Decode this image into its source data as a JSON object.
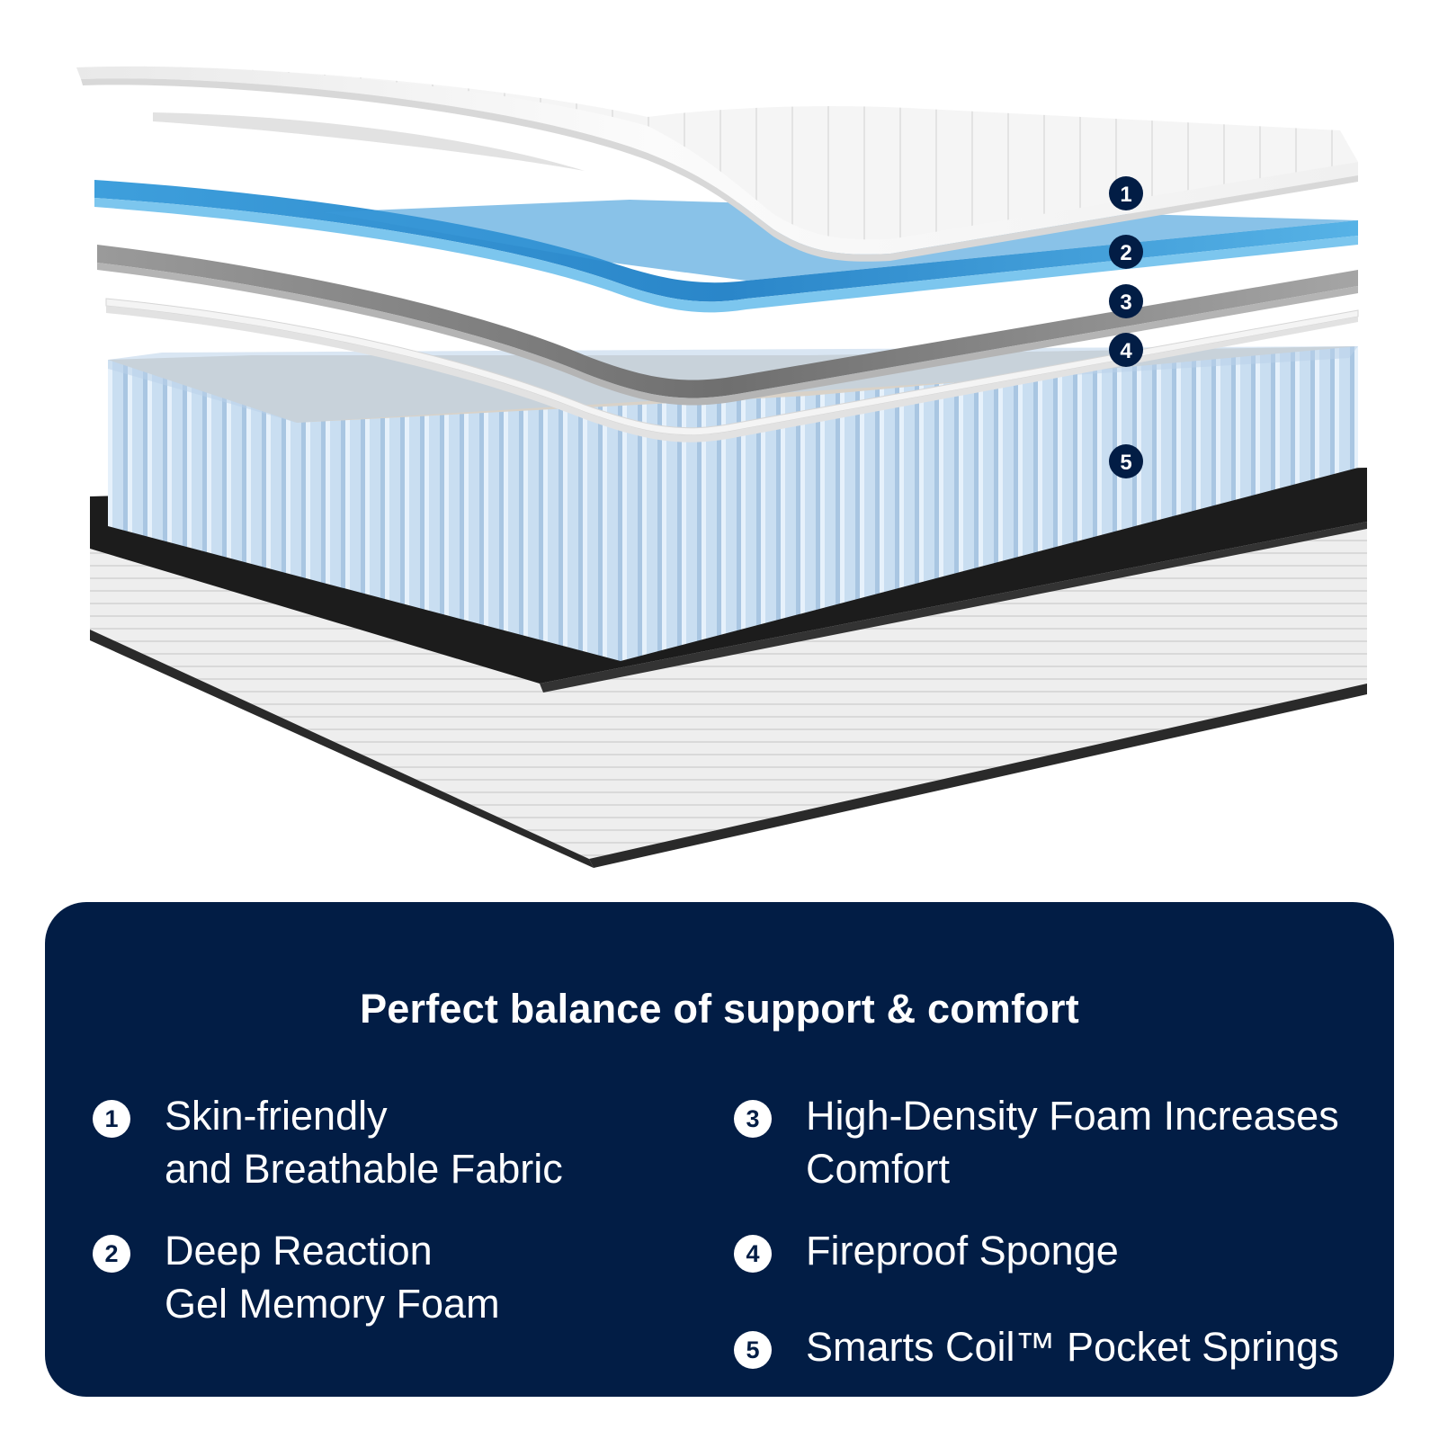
{
  "colors": {
    "panel_background": "#021d45",
    "marker_fill": "#021d45",
    "text_on_panel": "#ffffff",
    "cover_fabric": "#f3f3f3",
    "gel_foam": "#2f95d6",
    "high_density_foam": "#8e8e8e",
    "fireproof_sponge": "#f4f4f4",
    "pocket_springs": "#c7ddf1",
    "border_band": "#1c1c1c",
    "base_fabric": "#ececec"
  },
  "markers": [
    "1",
    "2",
    "3",
    "4",
    "5"
  ],
  "panel": {
    "title": "Perfect balance of support & comfort",
    "features": [
      {
        "number": "1",
        "lines": [
          "Skin-friendly",
          "and Breathable Fabric"
        ]
      },
      {
        "number": "2",
        "lines": [
          "Deep Reaction",
          "Gel Memory Foam"
        ]
      },
      {
        "number": "3",
        "lines": [
          "High-Density Foam Increases",
          "Comfort"
        ]
      },
      {
        "number": "4",
        "lines": [
          "Fireproof Sponge"
        ]
      },
      {
        "number": "5",
        "lines": [
          "Smarts Coil™ Pocket Springs"
        ]
      }
    ]
  }
}
